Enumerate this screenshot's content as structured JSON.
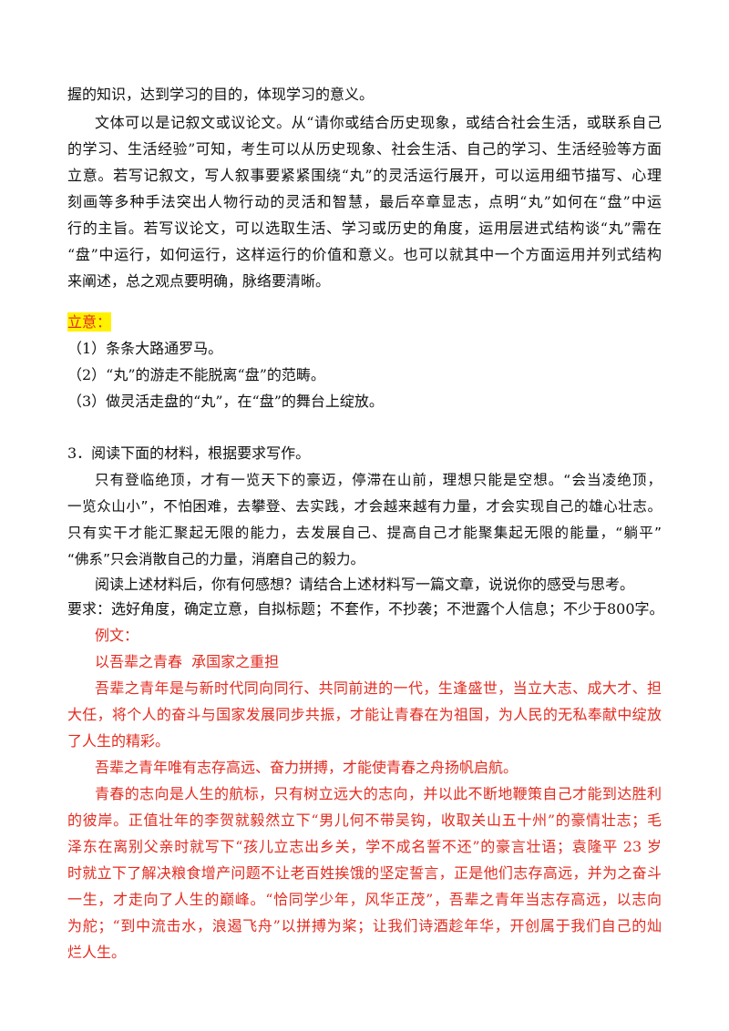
{
  "intro_paragraph": {
    "line1": "握的知识，达到学习的目的，体现学习的意义。",
    "line2": "文体可以是记叙文或议论文。从“请你或结合历史现象，或结合社会生活，或联系自己",
    "line3": "的学习、生活经验”可知，考生可以从历史现象、社会生活、自己的学习、生活经验等方面",
    "line4": "立意。若写记叙文，写人叙事要紧紧围绕“丸”的灵活运行展开，可以运用细节描写、心理",
    "line5": "刻画等多种手法突出人物行动的灵活和智慧，最后卒章显志，点明“丸”如何在“盘”中运",
    "line6": "行的主旨。若写议论文，可以选取生活、学习或历史的角度，运用层进式结构谈“丸”需在",
    "line7": "“盘”中运行，如何运行，这样运行的价值和意义。也可以就其中一个方面运用并列式结构",
    "line8": "来阐述，总之观点要明确，脉络要清晰。"
  },
  "liyi": {
    "heading": "立意：",
    "items": [
      "（1）条条大路通罗马。",
      "（2）“丸”的游走不能脱离“盘”的范畴。",
      "（3）做灵活走盘的“丸”，在“盘”的舞台上绽放。"
    ]
  },
  "question3": {
    "prompt": "3．阅读下面的材料，根据要求写作。",
    "material_lines": [
      "只有登临绝顶，才有一览天下的豪迈，停滞在山前，理想只能是空想。“会当凌绝顶，",
      "一览众山小”，不怕困难，去攀登、去实践，才会越来越有力量，才会实现自己的雄心壮志。",
      "只有实干才能汇聚起无限的能力，去发展自己、提高自己才能聚集起无限的能量，“躺平”",
      "“佛系”只会消散自己的力量，消磨自己的毅力。"
    ],
    "instruction": "阅读上述材料后，你有何感想？请结合上述材料写一篇文章，说说你的感受与思考。",
    "requirements": "要求：选好角度，确定立意，自拟标题；不套作，不抄袭；不泄露个人信息；不少于800字。"
  },
  "example": {
    "label": "例文：",
    "title": "以吾辈之青春  承国家之重担",
    "para1_lines": [
      "吾辈之青年是与新时代同向同行、共同前进的一代，生逢盛世，当立大志、成大才、担",
      "大任，将个人的奋斗与国家发展同步共振，才能让青春在为祖国，为人民的无私奉献中绽放",
      "了人生的精彩。"
    ],
    "para2": "吾辈之青年唯有志存高远、奋力拼搏，才能使青春之舟扬帆启航。",
    "para3_lines": [
      "青春的志向是人生的航标，只有树立远大的志向，并以此不断地鞭策自己才能到达胜利",
      "的彼岸。正值壮年的李贺就毅然立下“男儿何不带吴钩，收取关山五十州”的豪情壮志；毛",
      "泽东在离别父亲时就写下“孩儿立志出乡关，学不成名誓不还”的豪言壮语；袁隆平 23 岁",
      "时就立下了解决粮食增产问题不让老百姓挨饿的坚定誓言，正是他们志存高远，并为之奋斗",
      "一生，才走向了人生的巅峰。“恰同学少年，风华正茂”，吾辈之青年当志存高远，以志向",
      "为舵；“到中流击水，浪遏飞舟”以拼搏为桨；让我们诗酒趁年华，开创属于我们自己的灿",
      "烂人生。"
    ]
  }
}
